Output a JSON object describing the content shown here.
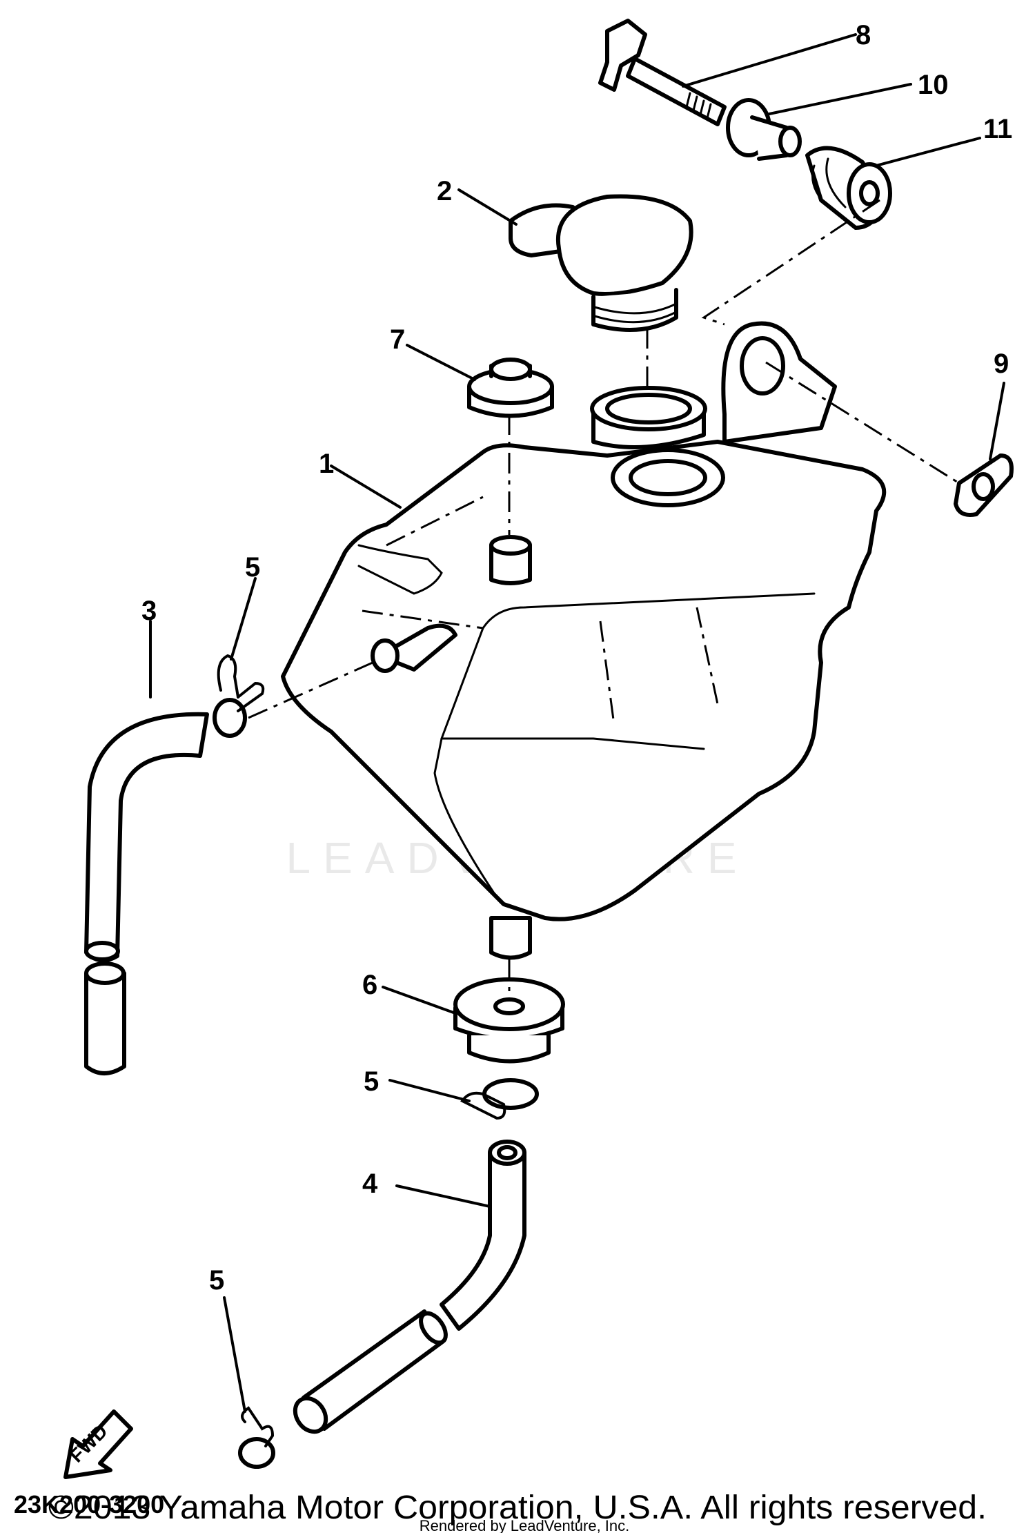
{
  "callouts": {
    "c1": "1",
    "c2": "2",
    "c3": "3",
    "c4": "4",
    "c5a": "5",
    "c5b": "5",
    "c5c": "5",
    "c6": "6",
    "c7": "7",
    "c8": "8",
    "c9": "9",
    "c10": "10",
    "c11": "11"
  },
  "diagram_code": "23K200-3200",
  "fwd_label": "FWD",
  "watermark": "LEADVENTURE",
  "copyright": "©2013 Yamaha Motor Corporation, U.S.A. All rights reserved.",
  "rendered_by": "Rendered by LeadVenture, Inc."
}
